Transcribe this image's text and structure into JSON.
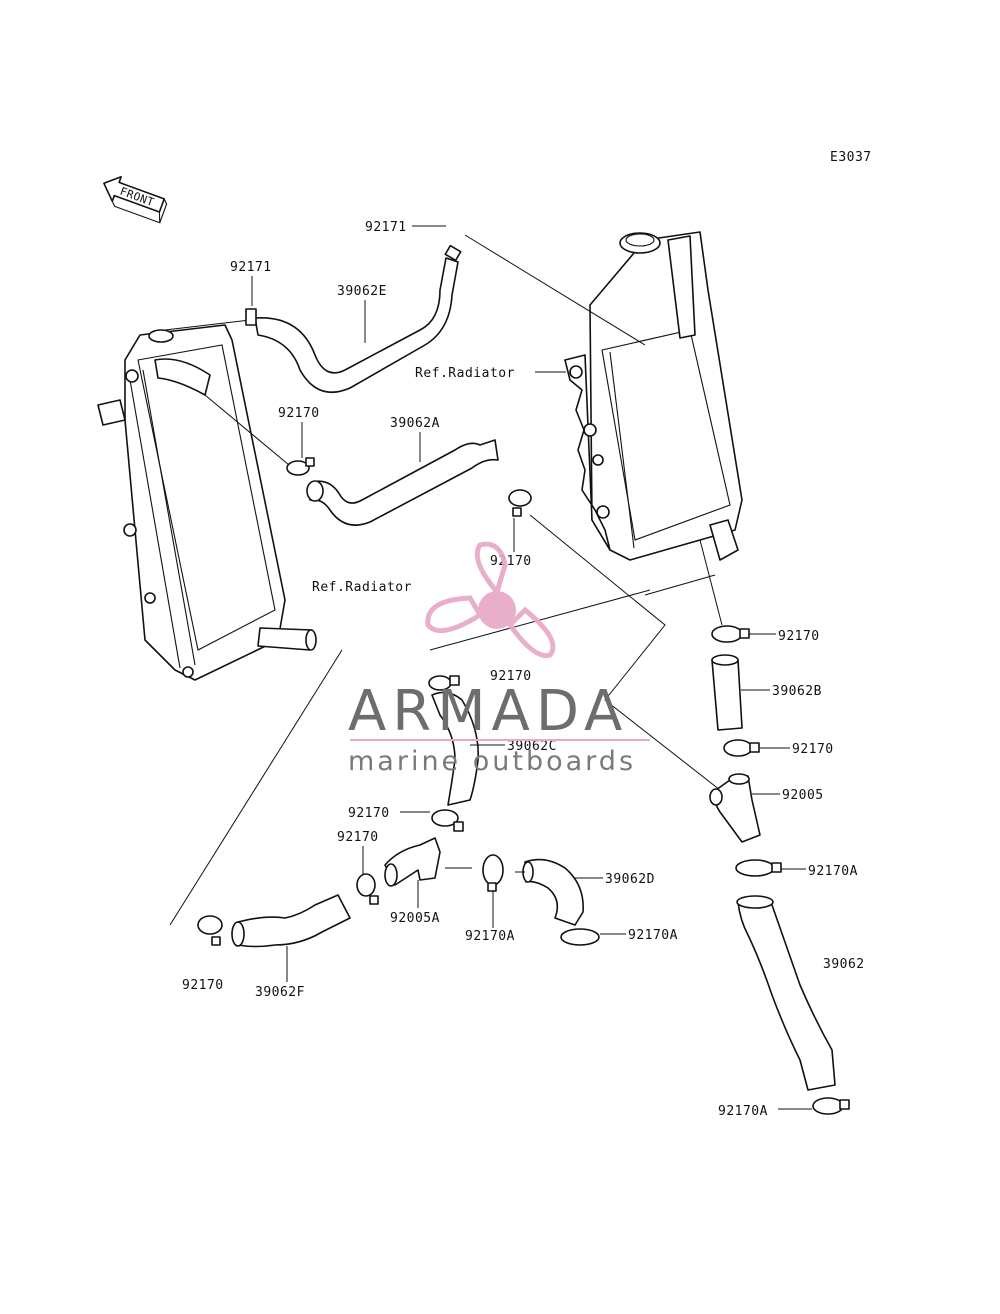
{
  "diagram_code": "E3037",
  "front_label": "FRONT",
  "watermark": {
    "brand": "ARMADA",
    "tagline": "marine outboards",
    "accent_color": "#e8a9c6",
    "text_color": "#6d6d6d"
  },
  "references": {
    "radiator_right": "Ref.Radiator",
    "radiator_left": "Ref.Radiator"
  },
  "labels": {
    "l92171_top": "92171",
    "l92171_left": "92171",
    "l39062E": "39062E",
    "l92170_a": "92170",
    "l39062A": "39062A",
    "l92170_b": "92170",
    "l92170_c": "92170",
    "l92170_r1": "92170",
    "l39062B": "39062B",
    "l92170_r2": "92170",
    "l92005": "92005",
    "l39062C": "39062C",
    "l92170_d": "92170",
    "l92170_e": "92170",
    "l92005A": "92005A",
    "l92170A_c": "92170A",
    "l39062D": "39062D",
    "l92170A_d": "92170A",
    "l92170A_r": "92170A",
    "l39062": "39062",
    "l92170A_bottom": "92170A",
    "l92170_f": "92170",
    "l39062F": "39062F"
  }
}
